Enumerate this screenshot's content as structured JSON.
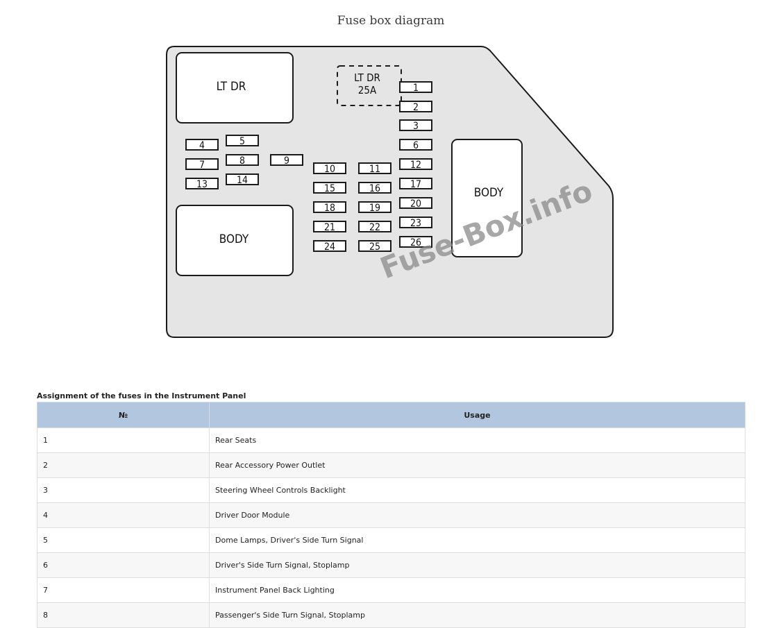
{
  "page": {
    "title": "Fuse box diagram"
  },
  "diagram": {
    "watermark": "Fuse-Box.info",
    "large_boxes": [
      "LT DR",
      "BODY",
      "BODY"
    ],
    "dashed_box": {
      "line1": "LT DR",
      "line2": "25A"
    },
    "fuse_numbers": [
      "1",
      "2",
      "3",
      "4",
      "5",
      "6",
      "7",
      "8",
      "9",
      "10",
      "11",
      "12",
      "13",
      "14",
      "15",
      "16",
      "17",
      "18",
      "19",
      "20",
      "21",
      "22",
      "23",
      "24",
      "25",
      "26"
    ],
    "colors": {
      "panel_fill": "#e5e5e5",
      "outline": "#1a1a1a",
      "fuse_fill": "#ffffff"
    }
  },
  "table": {
    "caption": "Assignment of the fuses in the Instrument Panel",
    "headers": [
      "№",
      "Usage"
    ],
    "header_color": "#b3c6e0",
    "rows": [
      [
        "1",
        "Rear Seats"
      ],
      [
        "2",
        "Rear Accessory Power Outlet"
      ],
      [
        "3",
        "Steering Wheel Controls Backlight"
      ],
      [
        "4",
        "Driver Door Module"
      ],
      [
        "5",
        "Dome Lamps, Driver's Side Turn Signal"
      ],
      [
        "6",
        "Driver's Side Turn Signal, Stoplamp"
      ],
      [
        "7",
        "Instrument Panel Back Lighting"
      ],
      [
        "8",
        "Passenger's Side Turn Signal, Stoplamp"
      ]
    ]
  }
}
